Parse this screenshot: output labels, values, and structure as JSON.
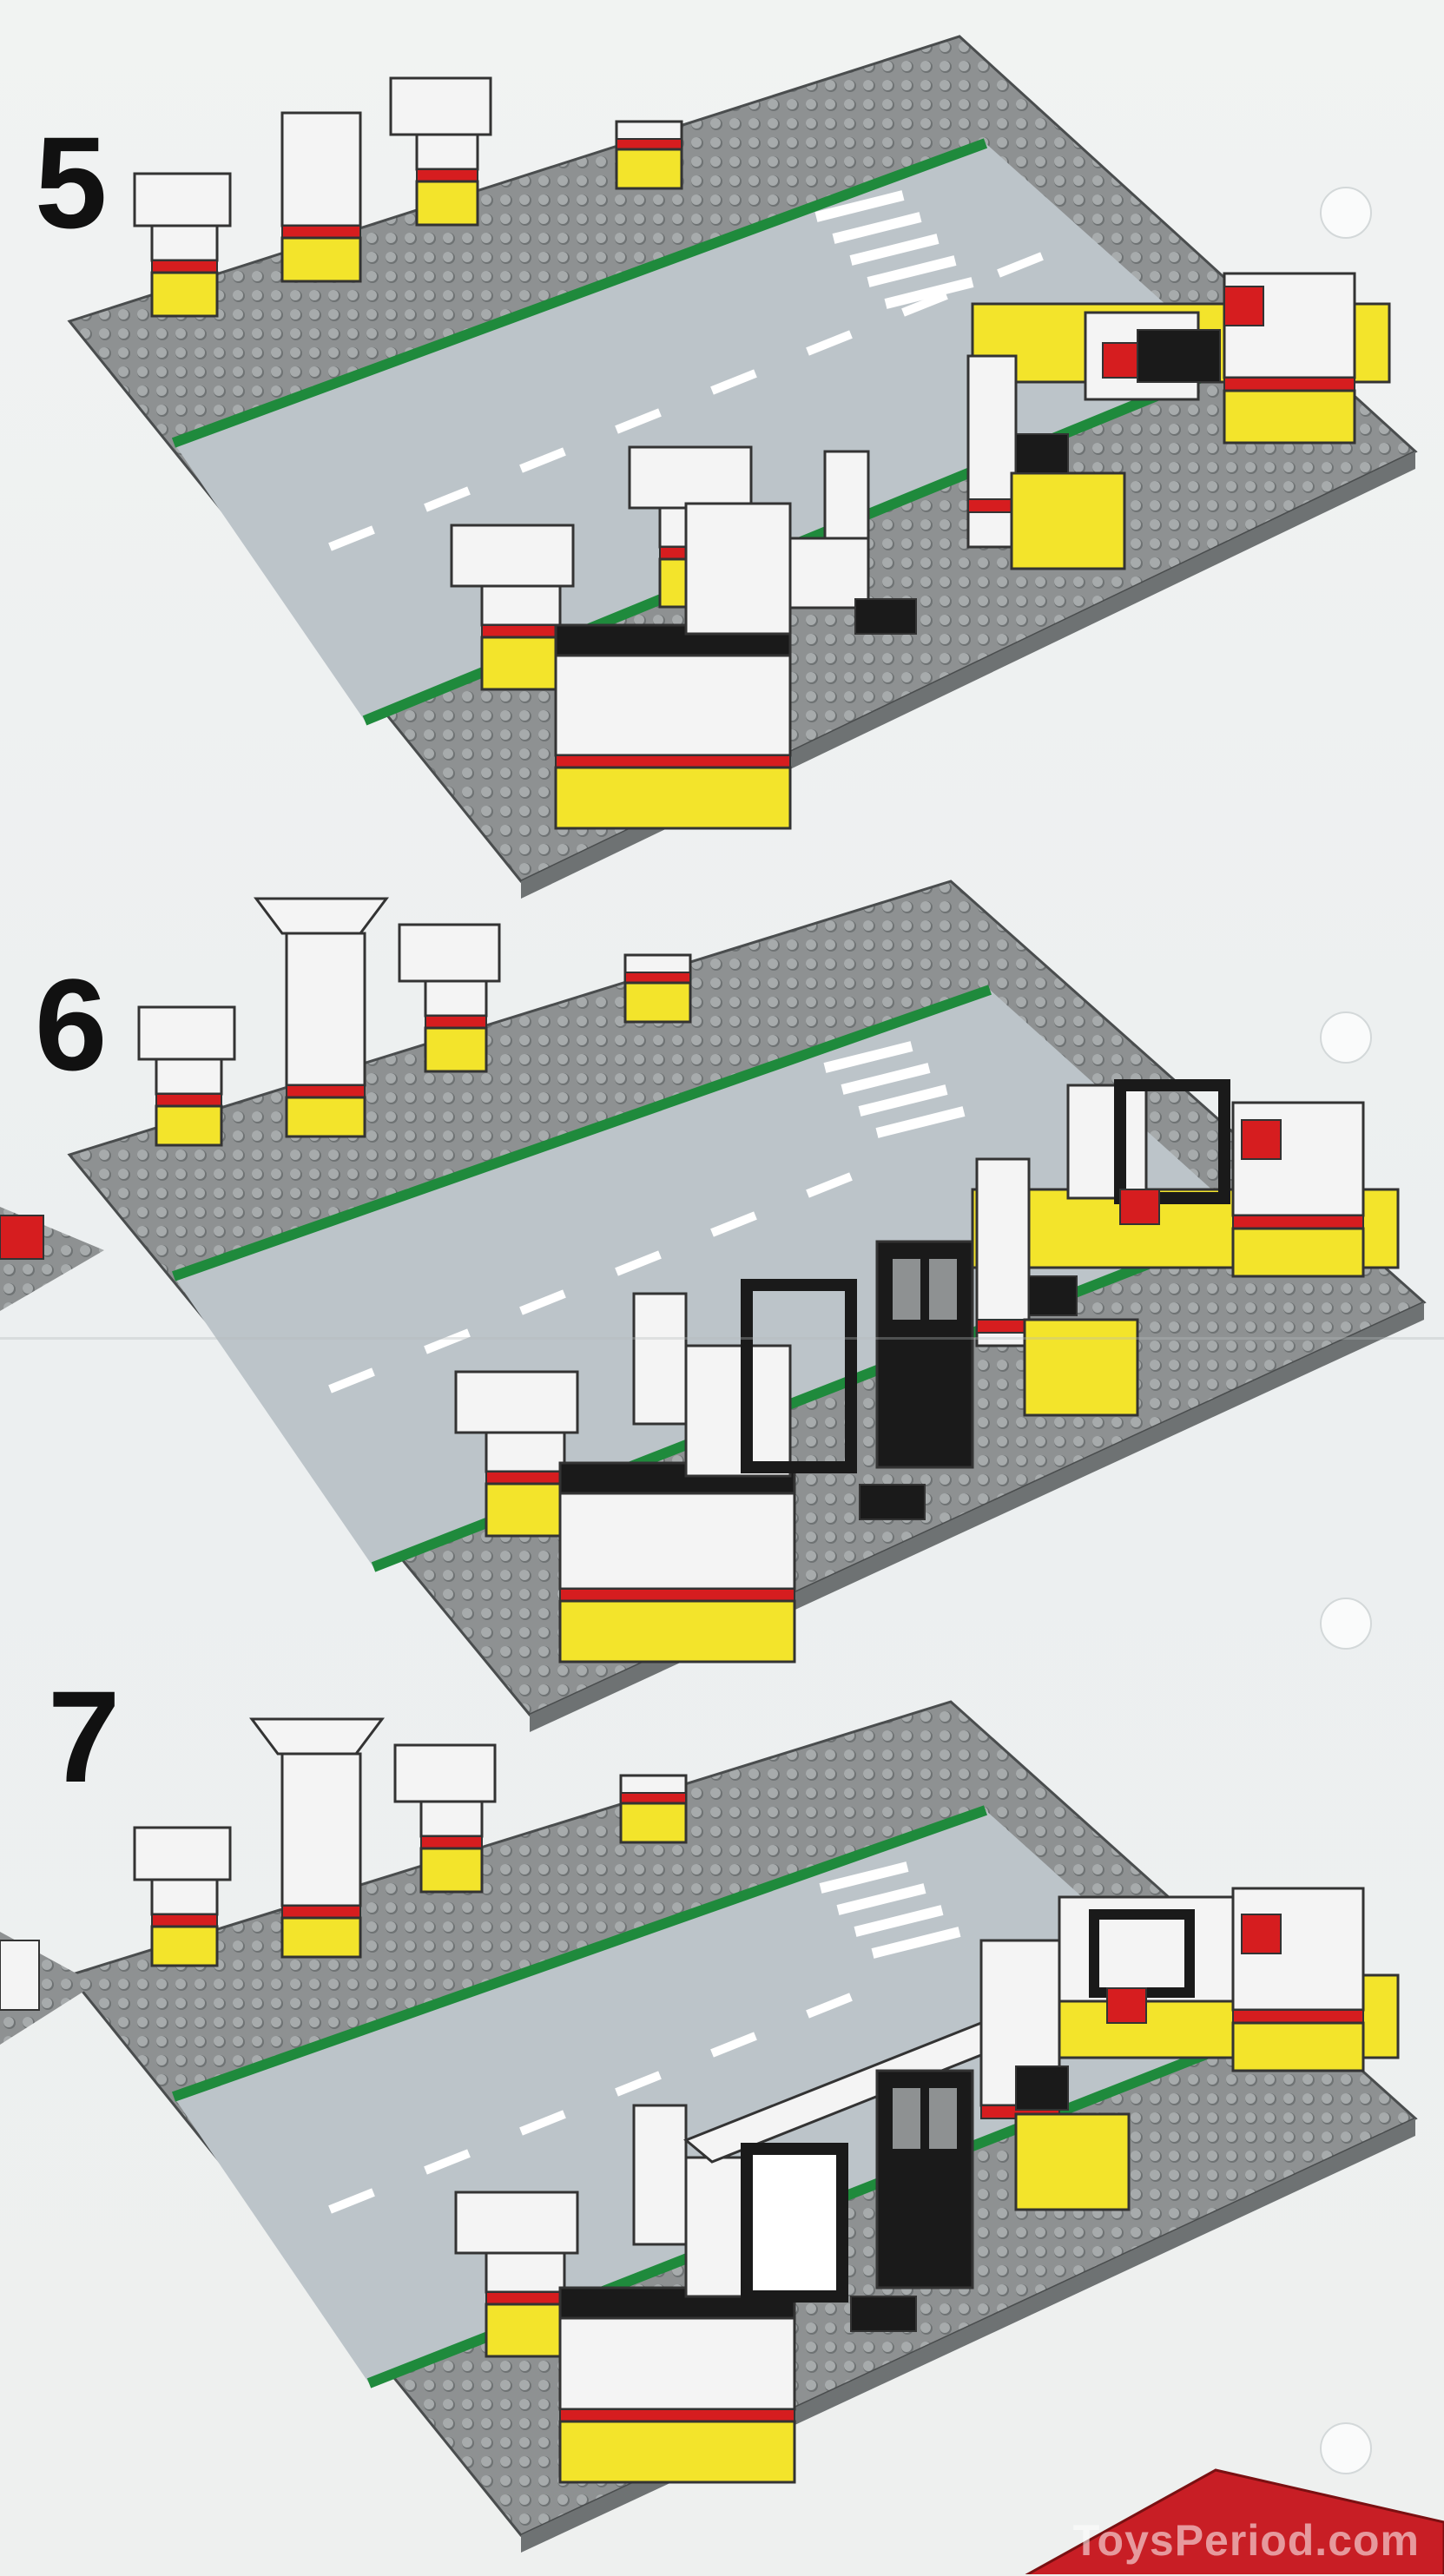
{
  "steps": [
    {
      "number": "5"
    },
    {
      "number": "6"
    },
    {
      "number": "7"
    }
  ],
  "watermark": "ToysPeriod.com",
  "colors": {
    "baseplate": "#8e9192",
    "stud": "#6f7374",
    "road": "#bcc4c9",
    "green_stripe": "#1f8a3c",
    "brick_white": "#f4f4f4",
    "brick_yellow": "#f3e42b",
    "brick_red": "#d61d1f",
    "brick_black": "#1a1a1a"
  },
  "icons": {
    "binder_hole": "binder-hole-icon"
  }
}
